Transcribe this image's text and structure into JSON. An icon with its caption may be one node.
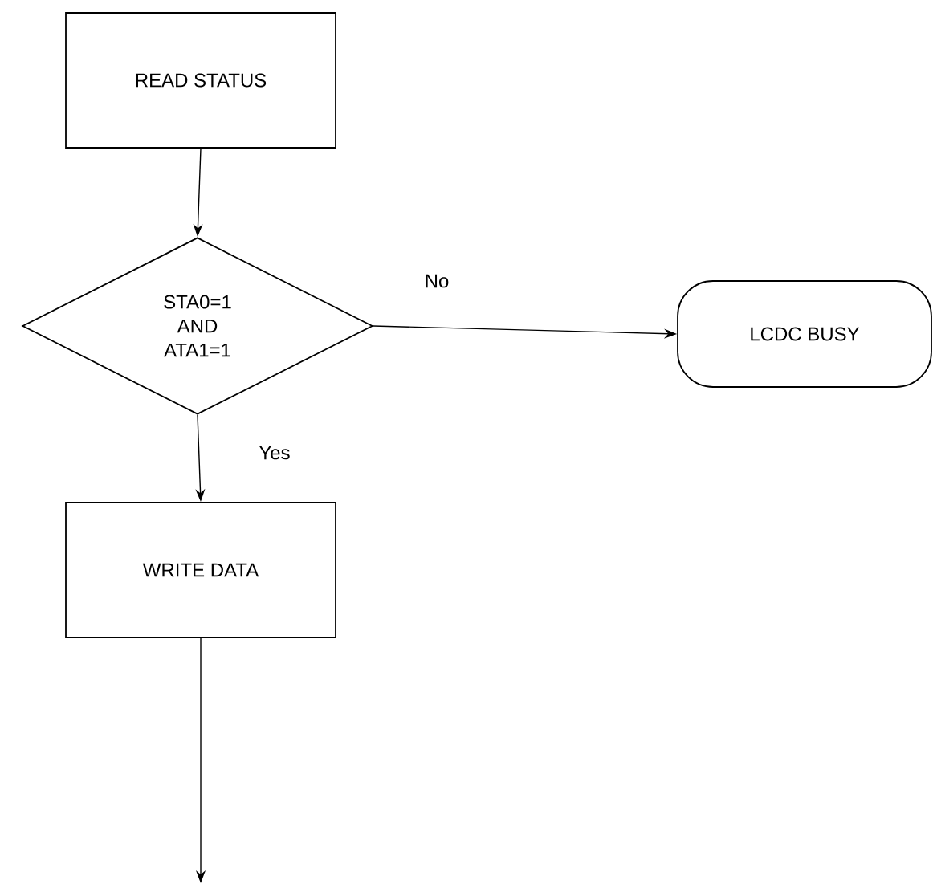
{
  "diagram": {
    "nodes": [
      {
        "text": [
          "READ STATUS"
        ]
      },
      {
        "text": [
          "STA0=1 AND ATA1=1"
        ]
      },
      {
        "text": [
          "LCDC BUSY"
        ]
      },
      {
        "text": [
          "WRITE DATA"
        ]
      }
    ],
    "edges": [
      {
        "from": 0,
        "to": 1,
        "arrow": "to"
      },
      {
        "from": 1,
        "to": 2,
        "arrow": "to",
        "label": "No"
      },
      {
        "from": 1,
        "to": 3,
        "arrow": "to",
        "label": "Yes"
      },
      {
        "from": 3,
        "to": null,
        "arrow": "to"
      }
    ]
  }
}
